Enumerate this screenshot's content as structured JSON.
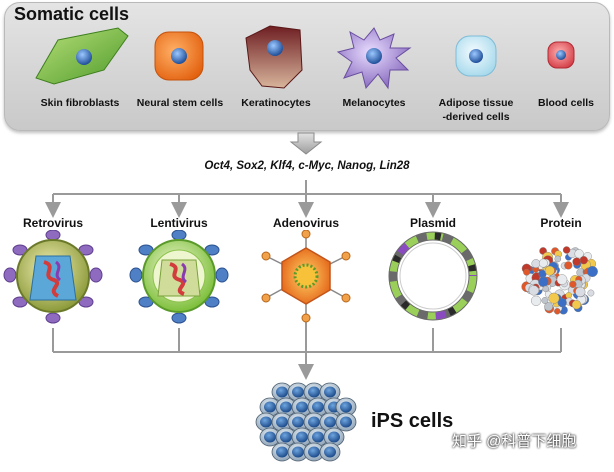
{
  "somatic": {
    "title": "Somatic cells",
    "cells": [
      {
        "label": "Skin fibroblasts"
      },
      {
        "label": "Neural stem cells"
      },
      {
        "label": "Keratinocytes"
      },
      {
        "label": "Melanocytes"
      },
      {
        "label_line1": "Adipose tissue",
        "label_line2": "-derived cells"
      },
      {
        "label": "Blood cells"
      }
    ]
  },
  "factors": "Oct4, Sox2, Klf4, c-Myc, Nanog, Lin28",
  "vectors": [
    {
      "label": "Retrovirus"
    },
    {
      "label": "Lentivirus"
    },
    {
      "label": "Adenovirus"
    },
    {
      "label": "Plasmid"
    },
    {
      "label": "Protein"
    }
  ],
  "result": "iPS cells",
  "watermark": "知乎 @科普下细胞",
  "colors": {
    "fibroblast": "#7cc242",
    "neural": "#f58220",
    "keratinocyte": "#8b2b2b",
    "melanocyte": "#9b7fc7",
    "adipose": "#bfe3ef",
    "blood": "#e0505a",
    "nucleus": "#2f6fb8",
    "arrow_gray": "#9a9a9a"
  }
}
